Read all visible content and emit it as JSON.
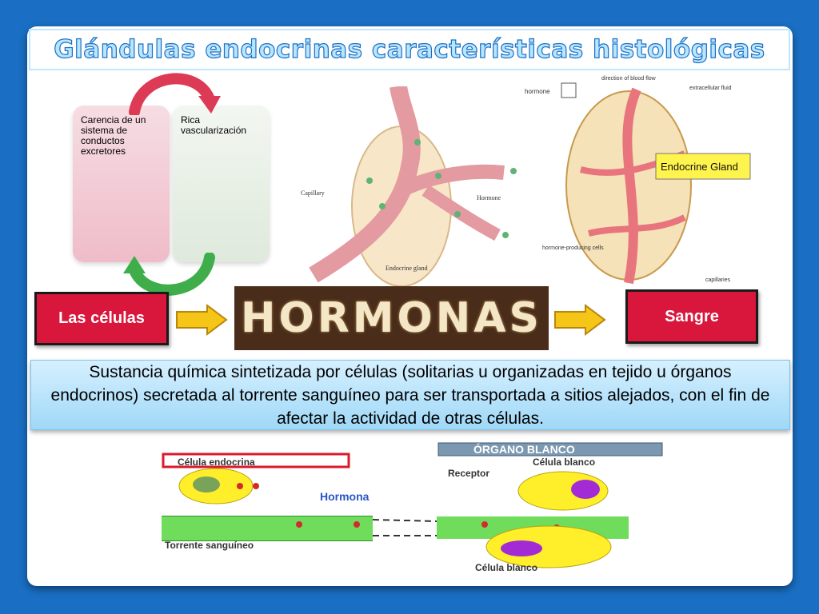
{
  "title": "Glándulas endocrinas características histológicas",
  "cycle": {
    "left_label": "Carencia de un sistema de conductos excretores",
    "right_label": "Rica vascularización"
  },
  "diagram1": {
    "capillary": "Capillary",
    "hormone": "Hormone",
    "endocrine_gland": "Endocrine gland"
  },
  "diagram2": {
    "hormone": "hormone",
    "direction": "direction of blood flow",
    "extracellular": "extracellular fluid",
    "endocrine_gland": "Endocrine Gland",
    "producing_cells": "hormone-producing cells",
    "capillaries": "capillaries"
  },
  "flow": {
    "las_celulas": "Las células",
    "hormonas_word": "HORMONAS",
    "sangre": "Sangre"
  },
  "definition": "Sustancia química sintetizada por células (solitarias u organizadas en tejido u órganos endocrinos) secretada al torrente sanguíneo para ser transportada a sitios alejados, con el fin de afectar la actividad de otras células.",
  "bottom": {
    "celula_endocrina": "Célula endocrina",
    "organo_blanco": "ÓRGANO BLANCO",
    "celula_blanco_top": "Célula blanco",
    "receptor": "Receptor",
    "hormona": "Hormona",
    "torrente": "Torrente sanguíneo",
    "celula_blanco_bottom": "Célula blanco"
  }
}
